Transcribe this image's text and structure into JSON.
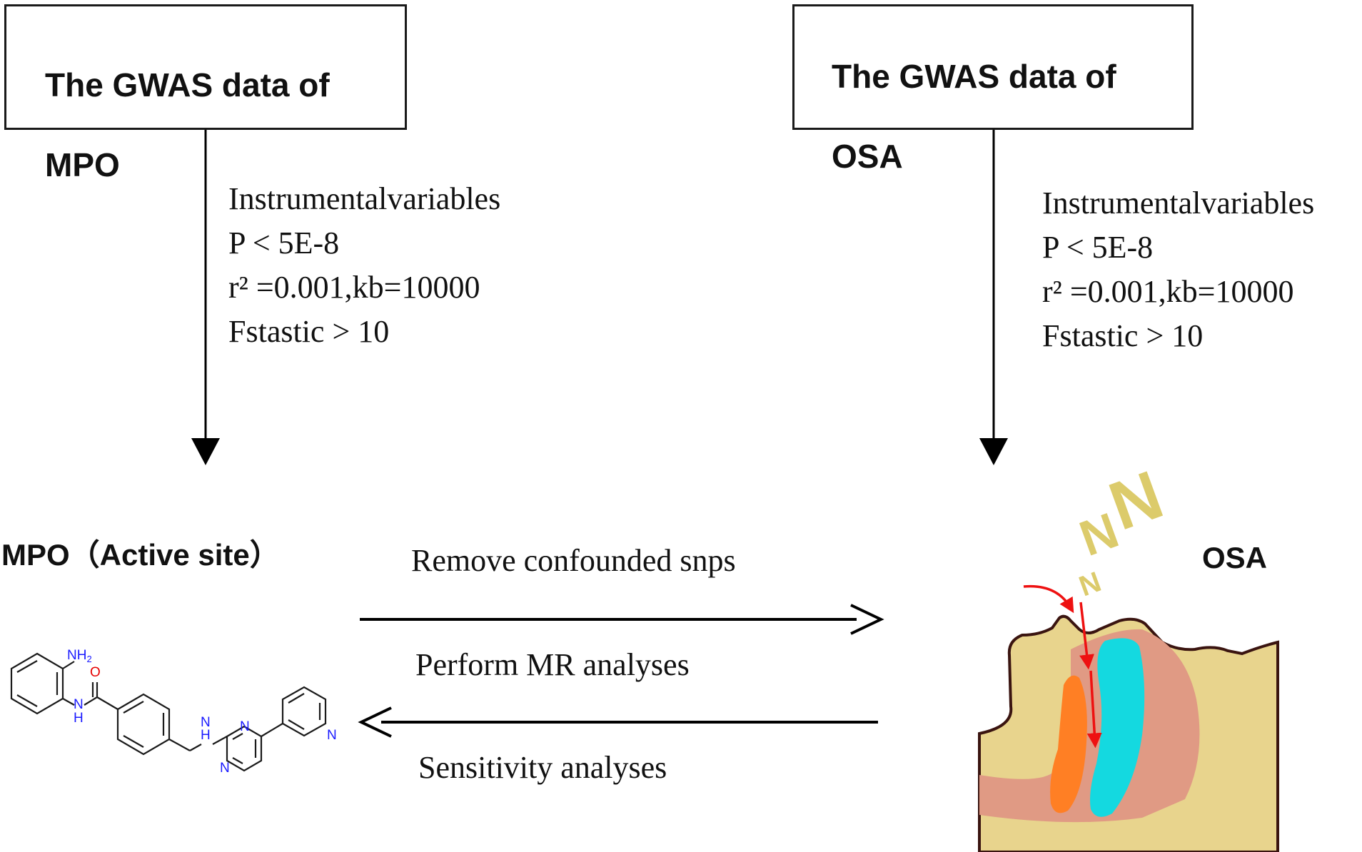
{
  "left_box": {
    "line1": "The GWAS data of",
    "line2": "MPO"
  },
  "right_box": {
    "line1": "The GWAS data of",
    "line2": "OSA"
  },
  "criteria": [
    "Instrumentalvariables",
    "P < 5E-8",
    "r² =0.001,kb=10000",
    "Fstastic  > 10"
  ],
  "exposure_label": "MPO（Active site）",
  "outcome_label": "OSA",
  "steps": {
    "remove": "Remove confounded  snps",
    "perform": "Perform  MR analyses",
    "sensitivity": "Sensitivity analyses"
  },
  "molecule_atoms": {
    "nh2": "NH",
    "nh2_sub": "2",
    "o": "O",
    "nh": "N",
    "h": "H",
    "n": "N"
  },
  "snore_letters": [
    "N",
    "N",
    "N"
  ],
  "colors": {
    "line": "#000000",
    "atom_n": "#1a1aff",
    "atom_o": "#e60000",
    "skin": "#e8d48d",
    "tissue": "#e09a84",
    "tongue": "#ff7f24",
    "airway": "#14d9e0",
    "snore": "#dccb6b",
    "arrow_red": "#ee1111"
  }
}
